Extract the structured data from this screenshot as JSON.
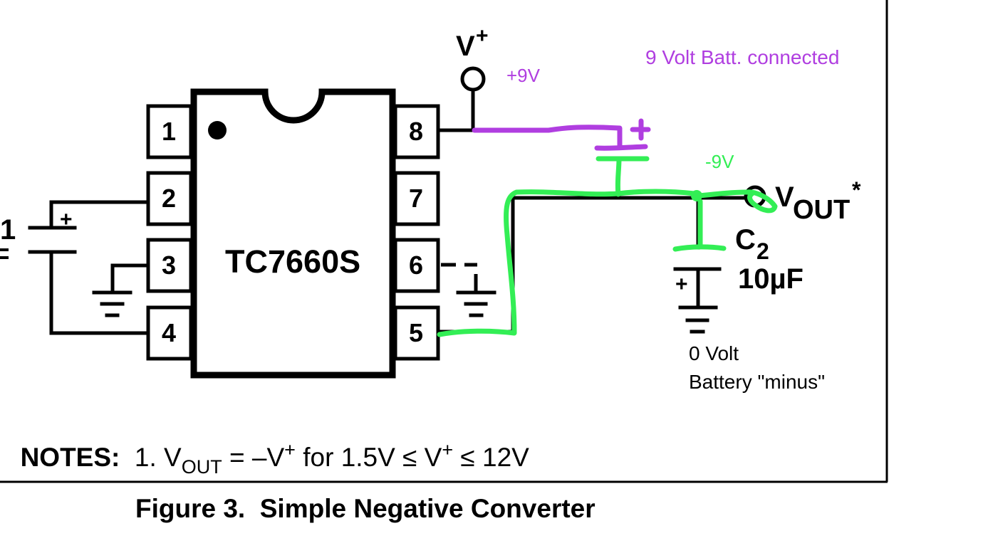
{
  "figure": {
    "caption": "Figure 3.  Simple Negative Converter",
    "chip": {
      "part_number": "TC7660S",
      "pins_left": [
        "1",
        "2",
        "3",
        "4"
      ],
      "pins_right": [
        "8",
        "7",
        "6",
        "5"
      ]
    },
    "labels": {
      "v_plus": "V",
      "v_plus_sup": "+",
      "v_out": "V",
      "v_out_sub": "OUT",
      "v_out_sup": "*",
      "c1_partial": "1",
      "c2_name": "C",
      "c2_sub": "2",
      "c2_value": "10µF",
      "plus_sign": "+",
      "zero_volt": "0 Volt",
      "battery_minus": "Battery \"minus\""
    },
    "annotations": {
      "battery_note": "9 Volt Batt. connected",
      "plus_9v": "+9V",
      "minus_9v": "-9V",
      "battery_plus": "+"
    },
    "notes": {
      "heading": "NOTES:",
      "item_prefix": "1. V",
      "item_sub": "OUT",
      "item_mid": " = –V",
      "item_sup1": "+",
      "item_mid2": " for 1.5V ≤ V",
      "item_sup2": "+",
      "item_end": " ≤ 12V"
    },
    "colors": {
      "annotation_purple": "#b03ee0",
      "annotation_green": "#33ee55",
      "ink": "#000000"
    }
  }
}
